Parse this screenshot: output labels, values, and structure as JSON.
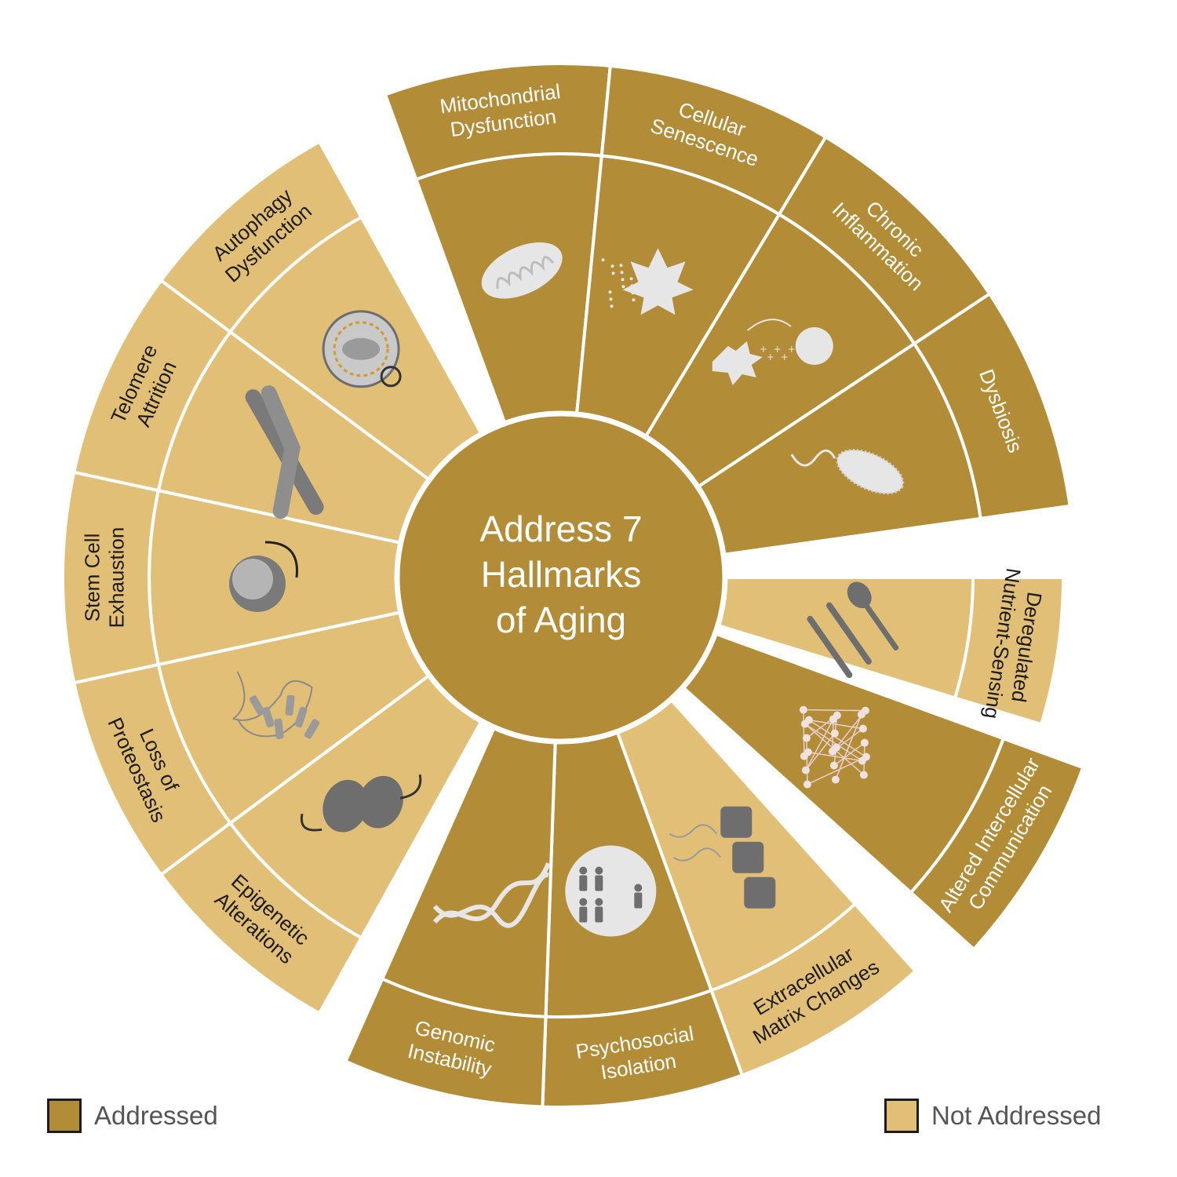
{
  "center": {
    "lines": [
      "Address 7",
      "Hallmarks",
      "of Aging"
    ]
  },
  "colors": {
    "addressed": "#b38c38",
    "not_addressed": "#e2bf76",
    "line": "#ffffff",
    "icon": "#e6e6e6",
    "icon_dark": "#6e6e6e",
    "text_on_light": "#1c1c1c"
  },
  "hallmarks": [
    {
      "lines": [
        "Mitochondrial",
        "Dysfunction"
      ],
      "status": "addressed",
      "icon": "mitochondrion-icon"
    },
    {
      "lines": [
        "Cellular",
        "Senescence"
      ],
      "status": "addressed",
      "icon": "leaf-icon"
    },
    {
      "lines": [
        "Chronic",
        "Inflammation"
      ],
      "status": "addressed",
      "icon": "immune-cell-icon"
    },
    {
      "lines": [
        "Dysbiosis"
      ],
      "status": "addressed",
      "icon": "bacterium-icon"
    },
    {
      "lines": [
        "Deregulated",
        "Nutrient-Sensing"
      ],
      "status": "not_addressed",
      "icon": "cutlery-icon"
    },
    {
      "lines": [
        "Altered Intercellular",
        "Communication"
      ],
      "status": "addressed",
      "icon": "network-icon"
    },
    {
      "lines": [
        "Extracellular",
        "Matrix Changes"
      ],
      "status": "not_addressed",
      "icon": "tissue-cells-icon"
    },
    {
      "lines": [
        "Psychosocial",
        "Isolation"
      ],
      "status": "addressed",
      "icon": "people-icon"
    },
    {
      "lines": [
        "Genomic",
        "Instability"
      ],
      "status": "addressed",
      "icon": "dna-icon"
    },
    {
      "lines": [
        "Epigenetic",
        "Alterations"
      ],
      "status": "not_addressed",
      "icon": "nucleosome-icon"
    },
    {
      "lines": [
        "Loss of",
        "Proteostasis"
      ],
      "status": "not_addressed",
      "icon": "protein-icon"
    },
    {
      "lines": [
        "Stem Cell",
        "Exhaustion"
      ],
      "status": "not_addressed",
      "icon": "stem-cell-icon"
    },
    {
      "lines": [
        "Telomere",
        "Attrition"
      ],
      "status": "not_addressed",
      "icon": "chromosome-icon"
    },
    {
      "lines": [
        "Autophagy",
        "Dysfunction"
      ],
      "status": "not_addressed",
      "icon": "autophagy-icon"
    }
  ],
  "legend": {
    "addressed": "Addressed",
    "not_addressed": "Not Addressed"
  }
}
